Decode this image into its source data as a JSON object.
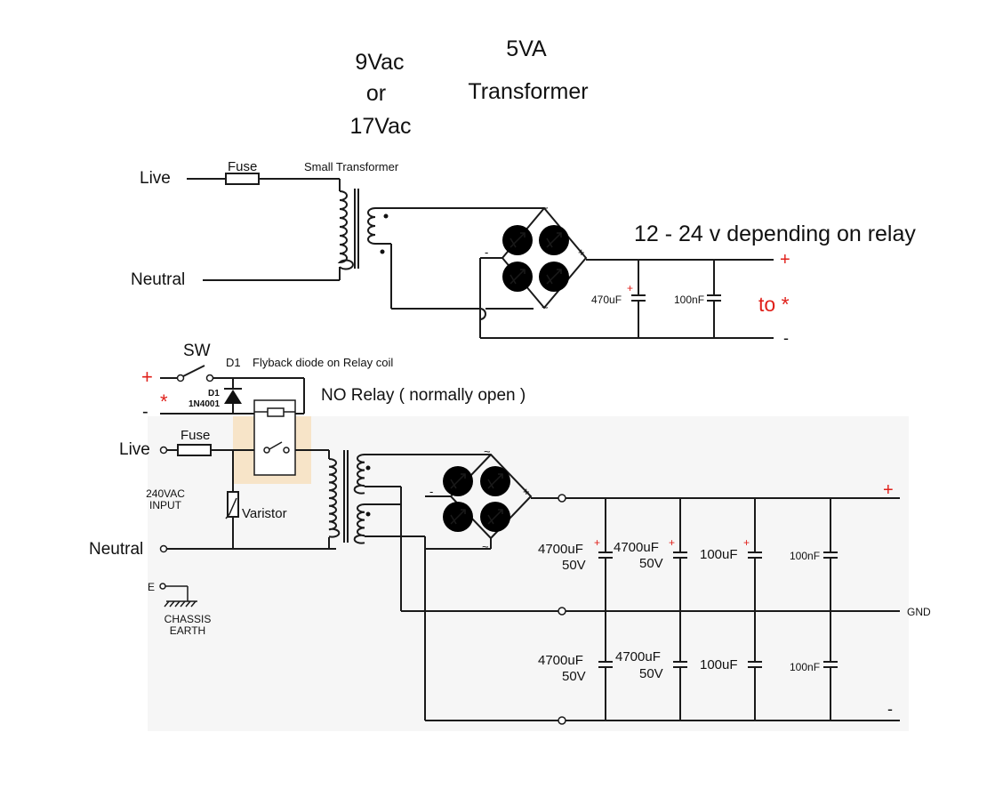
{
  "header": {
    "voltage_line1": "9Vac",
    "voltage_line2": "or",
    "voltage_line3": "17Vac",
    "va_line1": "5VA",
    "va_line2": "Transformer"
  },
  "top_circuit": {
    "live_label": "Live",
    "neutral_label": "Neutral",
    "fuse_label": "Fuse",
    "transformer_label": "Small Transformer",
    "output_label": "12  - 24 v  depending on relay",
    "plus_sign": "+",
    "minus_sign": "-",
    "to_label": "to *",
    "cap1_label": "470uF",
    "cap2_label": "100nF",
    "cap_plus": "+",
    "bridge_plus": "+",
    "bridge_minus": "-",
    "ac_symbol": "~"
  },
  "switch_section": {
    "sw_label": "SW",
    "d1_title": "D1",
    "d1_desc": "Flyback diode on Relay coil",
    "diode_ref": "D1",
    "diode_part": "1N4001",
    "plus_sign": "+",
    "asterisk": "*",
    "minus_sign": "-",
    "relay_label": "NO  Relay ( normally open )"
  },
  "bottom_circuit": {
    "live_label": "Live",
    "neutral_label": "Neutral",
    "fuse_label": "Fuse",
    "input_line1": "240VAC",
    "input_line2": "INPUT",
    "varistor_label": "Varistor",
    "earth_e": "E",
    "earth_line1": "CHASSIS",
    "earth_line2": "EARTH",
    "bridge_plus": "+",
    "bridge_minus": "-",
    "ac_symbol": "~",
    "cap_plus": "+",
    "upper_caps": [
      {
        "value": "4700uF",
        "voltage": "50V"
      },
      {
        "value": "4700uF",
        "voltage": "50V"
      },
      {
        "value": "100uF",
        "voltage": ""
      },
      {
        "value": "100nF",
        "voltage": ""
      }
    ],
    "lower_caps": [
      {
        "value": "4700uF",
        "voltage": "50V"
      },
      {
        "value": "4700uF",
        "voltage": "50V"
      },
      {
        "value": "100uF",
        "voltage": ""
      },
      {
        "value": "100nF",
        "voltage": ""
      }
    ],
    "out_plus": "+",
    "gnd_label": "GND",
    "out_minus": "-"
  },
  "colors": {
    "wire": "#1a1a1a",
    "bridge_fill": "#9ec3de",
    "highlight": "#e0201a"
  }
}
